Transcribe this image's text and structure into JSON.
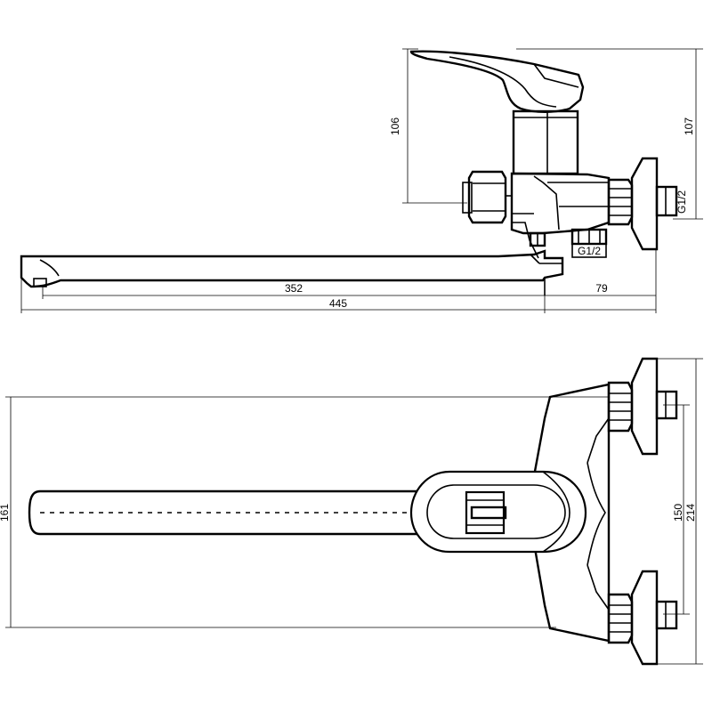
{
  "side_view": {
    "dimensions": {
      "body_height": "106",
      "overall_height": "107",
      "spout_reach": "352",
      "wall_offset": "79",
      "overall_length": "445"
    },
    "thread_labels": {
      "outlet_right": "G1/2",
      "outlet_bottom": "G1/2"
    }
  },
  "top_view": {
    "dimensions": {
      "overall_width": "161",
      "eccentric_spacing": "150",
      "overall_depth": "214"
    }
  }
}
